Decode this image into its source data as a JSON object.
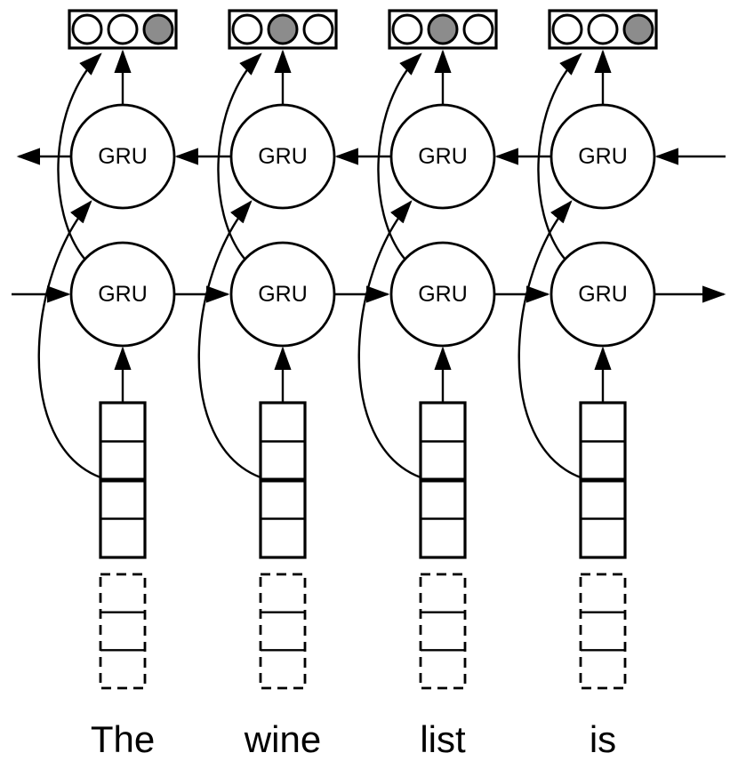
{
  "figure": {
    "node_label": "GRU",
    "colors": {
      "line": "#000000",
      "active_cell": "#8c8c8c",
      "inactive_cell": "#ffffff",
      "background": "#ffffff"
    },
    "columns": [
      {
        "word": "The",
        "output_cells": [
          "#ffffff",
          "#ffffff",
          "#8c8c8c"
        ]
      },
      {
        "word": "wine",
        "output_cells": [
          "#ffffff",
          "#8c8c8c",
          "#ffffff"
        ]
      },
      {
        "word": "list",
        "output_cells": [
          "#ffffff",
          "#8c8c8c",
          "#ffffff"
        ]
      },
      {
        "word": "is",
        "output_cells": [
          "#ffffff",
          "#ffffff",
          "#8c8c8c"
        ]
      }
    ]
  }
}
